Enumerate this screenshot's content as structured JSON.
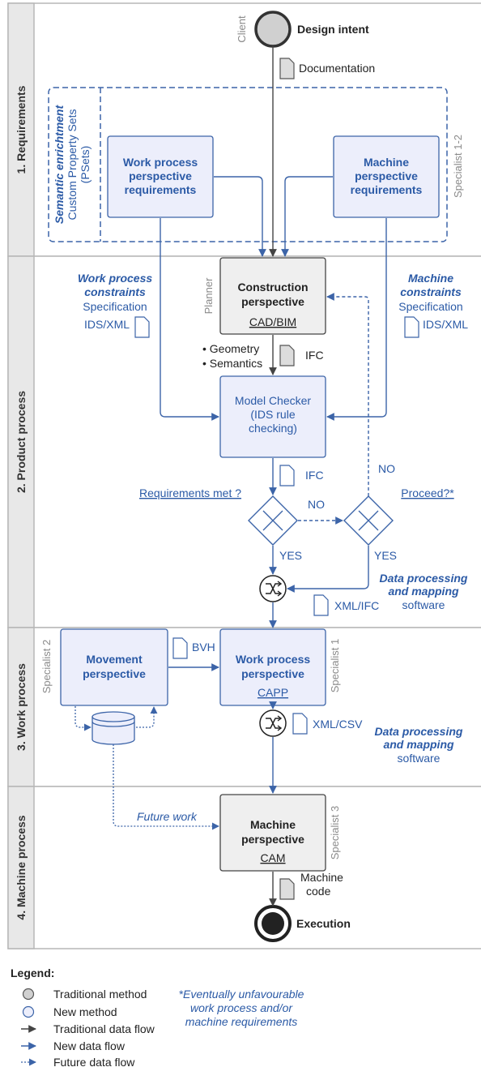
{
  "lanes": {
    "requirements": "1. Requirements",
    "product": "2. Product process",
    "work": "3. Work process",
    "machine": "4. Machine process"
  },
  "roles": {
    "client": "Client",
    "specialist_1_2": "Specialist 1-2",
    "planner": "Planner",
    "specialist_2": "Specialist 2",
    "specialist_1": "Specialist 1",
    "specialist_3": "Specialist 3"
  },
  "events": {
    "start": "Design intent",
    "end": "Execution"
  },
  "documents": {
    "documentation": "Documentation",
    "ifc_1": "IFC",
    "ifc_2": "IFC",
    "xml_ifc": "XML/IFC",
    "bvh": "BVH",
    "xml_csv": "XML/CSV",
    "machine_code": [
      "Machine",
      "code"
    ],
    "ids_xml_left": "IDS/XML",
    "ids_xml_right": "IDS/XML"
  },
  "semantic_enrichment": {
    "title": "Semantic enrichtment",
    "line1": "Custom Property Sets",
    "line2": "(PSets)"
  },
  "tasks": {
    "work_req": [
      "Work process",
      "perspective",
      "requirements"
    ],
    "machine_req": [
      "Machine",
      "perspective",
      "requirements"
    ],
    "construction": [
      "Construction",
      "perspective"
    ],
    "construction_sub": "CAD/BIM",
    "model_checker": [
      "Model Checker",
      "(IDS rule",
      "checking)"
    ],
    "movement": [
      "Movement",
      "perspective"
    ],
    "work_persp": [
      "Work process",
      "perspective"
    ],
    "work_persp_sub": "CAPP",
    "machine_persp": [
      "Machine",
      "perspective"
    ],
    "machine_persp_sub": "CAM"
  },
  "annotations": {
    "wp_constraints": [
      "Work process",
      "constraints"
    ],
    "wp_spec": "Specification",
    "m_constraints": [
      "Machine",
      "constraints"
    ],
    "m_spec": "Specification",
    "geometry": "• Geometry",
    "semantics": "• Semantics",
    "dp1": [
      "Data processing",
      "and mapping"
    ],
    "dp1_sw": "software",
    "dp2": [
      "Data processing",
      "and mapping"
    ],
    "dp2_sw": "software",
    "future_work": "Future work"
  },
  "gateways": {
    "req_met": "Requirements met ?",
    "proceed": "Proceed?*",
    "no_1": "NO",
    "no_2": "NO",
    "yes_1": "YES",
    "yes_2": "YES"
  },
  "legend": {
    "title": "Legend:",
    "items": [
      "Traditional method",
      "New method",
      "Traditional data flow",
      "New data flow",
      "Future data flow"
    ],
    "note": [
      "*Eventually unfavourable",
      "work process and/or",
      "machine requirements"
    ]
  },
  "colors": {
    "blue": "#2b5aa6",
    "blue_fill": "#eceefb",
    "grey_fill": "#efefef",
    "dark": "#333333"
  }
}
